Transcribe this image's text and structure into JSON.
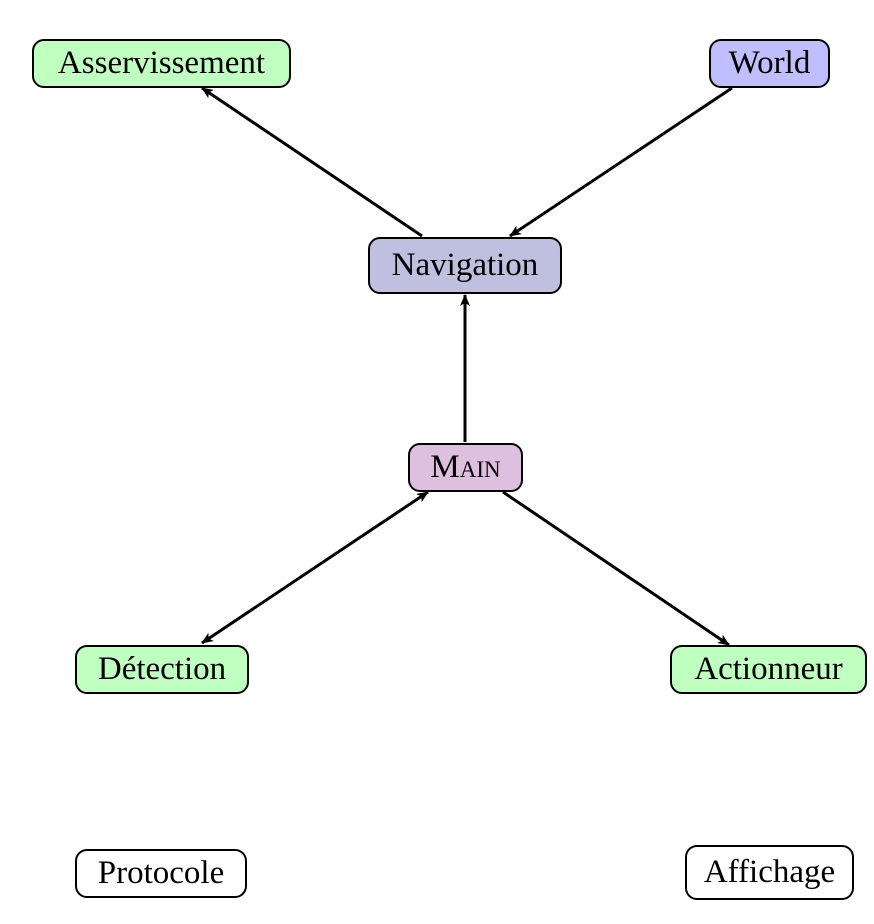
{
  "nodes": {
    "asservissement": {
      "label": "Asservissement",
      "color": "#bfffbf"
    },
    "world": {
      "label": "World",
      "color": "#bfbfff"
    },
    "navigation": {
      "label": "Navigation",
      "color": "#bfbfdf"
    },
    "main": {
      "label": "Main",
      "color": "#dfbfdf"
    },
    "detection": {
      "label": "Détection",
      "color": "#bfffbf"
    },
    "actionneur": {
      "label": "Actionneur",
      "color": "#bfffbf"
    },
    "protocole": {
      "label": "Protocole",
      "color": "#ffffff"
    },
    "affichage": {
      "label": "Affichage",
      "color": "#ffffff"
    }
  },
  "edges": [
    {
      "from": "navigation",
      "to": "asservissement",
      "type": "directed"
    },
    {
      "from": "world",
      "to": "navigation",
      "type": "directed"
    },
    {
      "from": "main",
      "to": "navigation",
      "type": "directed"
    },
    {
      "from": "main",
      "to": "detection",
      "type": "bidirectional"
    },
    {
      "from": "main",
      "to": "actionneur",
      "type": "directed"
    }
  ]
}
